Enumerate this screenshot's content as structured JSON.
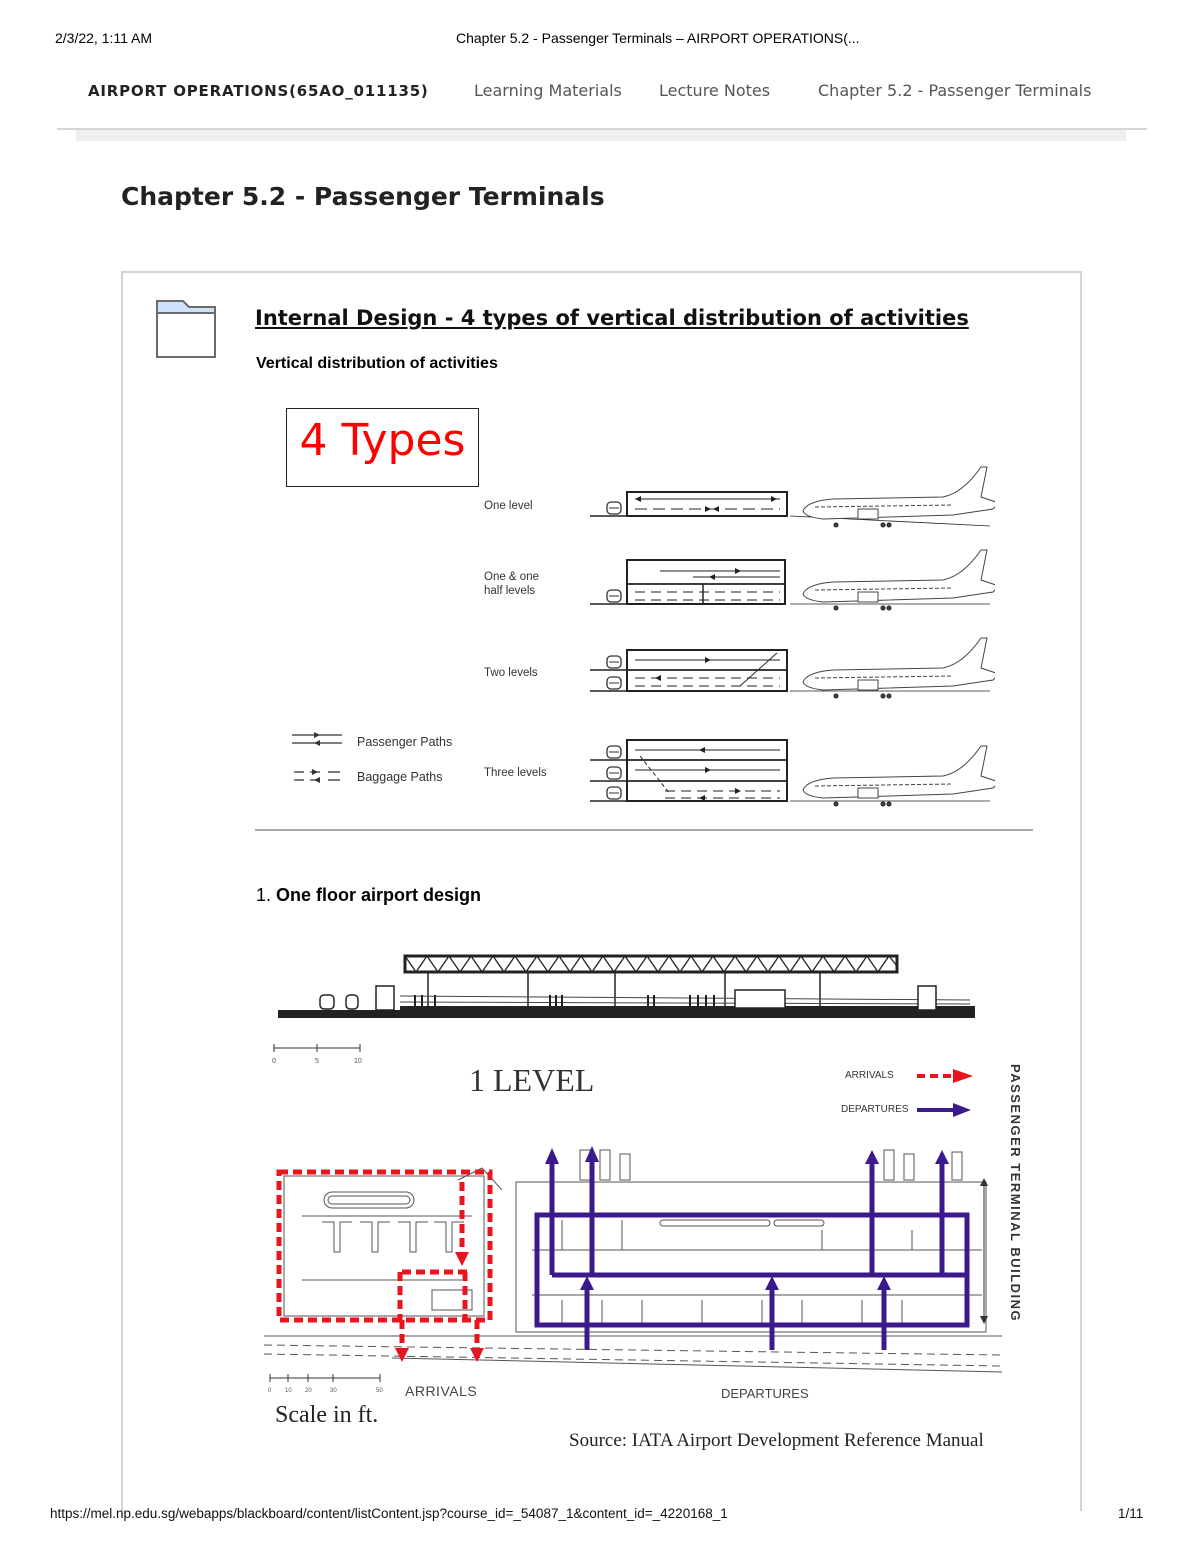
{
  "print_header": {
    "datetime": "2/3/22, 1:11 AM",
    "title": "Chapter 5.2 - Passenger Terminals – AIRPORT OPERATIONS(..."
  },
  "breadcrumb": {
    "course": "AIRPORT OPERATIONS(65AO_011135)",
    "items": [
      "Learning Materials",
      "Lecture Notes",
      "Chapter 5.2 - Passenger Terminals"
    ]
  },
  "page_title": "Chapter 5.2 - Passenger Terminals",
  "content_item": {
    "icon": "folder-icon",
    "title": "Internal Design - 4 types of vertical distribution of activities",
    "subtitle": "Vertical distribution of activities",
    "figure1": {
      "highlight_text": "4 Types",
      "highlight_color": "#ff0000",
      "levels": [
        {
          "label_line1": "One level",
          "label_line2": ""
        },
        {
          "label_line1": "One & one",
          "label_line2": "half levels"
        },
        {
          "label_line1": "Two levels",
          "label_line2": ""
        },
        {
          "label_line1": "Three levels",
          "label_line2": ""
        }
      ],
      "legend": [
        {
          "label": "Passenger Paths",
          "style": "solid"
        },
        {
          "label": "Baggage Paths",
          "style": "dashed"
        }
      ]
    },
    "section": {
      "number": "1.",
      "heading": "One floor airport design"
    },
    "figure2": {
      "section_scale_ticks": [
        "0",
        "5",
        "10"
      ],
      "title": "1 LEVEL",
      "legend": [
        {
          "label": "ARRIVALS",
          "color": "#e8141e",
          "style": "dashed"
        },
        {
          "label": "DEPARTURES",
          "color": "#3c1a8c",
          "style": "solid"
        }
      ],
      "vertical_label": "PASSENGER TERMINAL BUILDING",
      "plan_scale_ticks": [
        "0",
        "10",
        "20",
        "30",
        "50"
      ],
      "arrivals_label": "ARRIVALS",
      "departures_label": "DEPARTURES",
      "scale_text": "Scale in ft.",
      "source": "Source: IATA Airport Development Reference Manual"
    }
  },
  "footer": {
    "url": "https://mel.np.edu.sg/webapps/blackboard/content/listContent.jsp?course_id=_54087_1&content_id=_4220168_1",
    "page": "1/11"
  }
}
